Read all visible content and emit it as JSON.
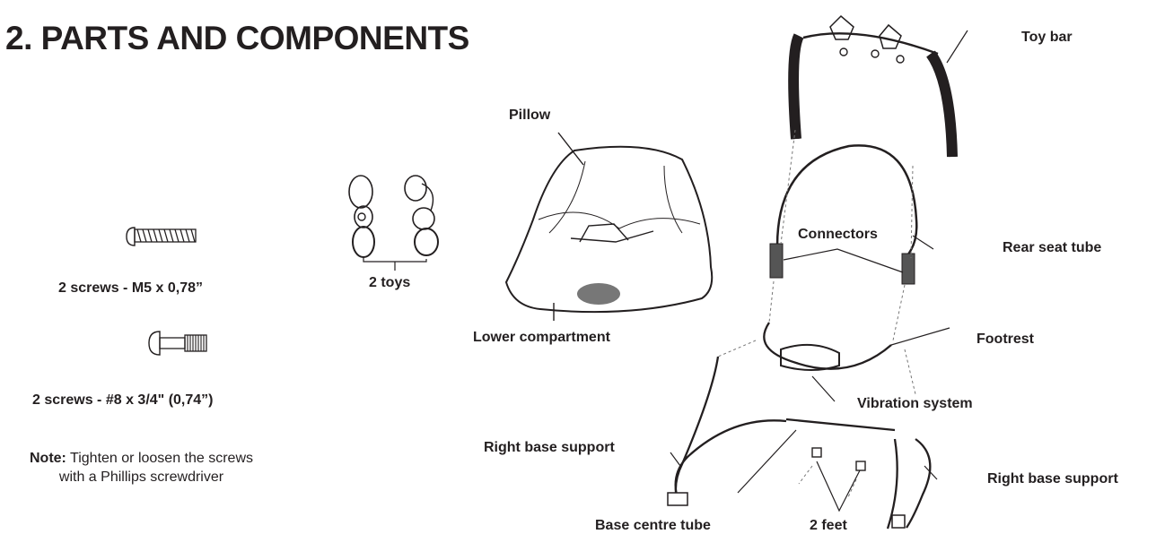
{
  "title": "2. PARTS AND COMPONENTS",
  "screws": {
    "item1": "2 screws - M5 x 0,78”",
    "item2": "2 screws - #8 x 3/4\" (0,74”)"
  },
  "note": {
    "label": "Note:",
    "line1": " Tighten or loosen the screws",
    "line2": "with a Phillips screwdriver"
  },
  "toys_label": "2 toys",
  "pillow_label": "Pillow",
  "lower_compartment_label": "Lower compartment",
  "frame": {
    "toy_bar": "Toy bar",
    "rear_seat_tube": "Rear seat tube",
    "connectors": "Connectors",
    "footrest": "Footrest",
    "vibration_system": "Vibration system",
    "right_base_support_left": "Right base support",
    "right_base_support_right": "Right base support",
    "base_centre_tube": "Base centre tube",
    "feet": "2 feet"
  }
}
